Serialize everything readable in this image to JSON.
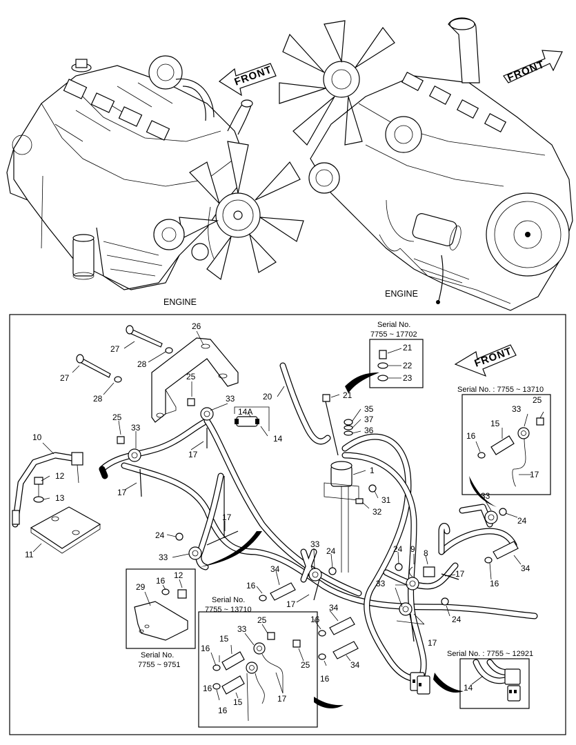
{
  "engine_labels": [
    "ENGINE",
    "ENGINE"
  ],
  "front_labels": [
    "FRONT",
    "FRONT",
    "FRONT"
  ],
  "serial_boxes": {
    "top": {
      "title": "Serial No.",
      "range": "7755 ~ 17702"
    },
    "right": {
      "text": "Serial No. : 7755 ~ 13710"
    },
    "left": {
      "title": "Serial No.",
      "range": "7755 ~ 9751"
    },
    "middle": {
      "title": "Serial No.",
      "range": "7755 ~ 13710"
    },
    "bottom_right": {
      "text": "Serial No. : 7755 ~ 12921"
    }
  },
  "part_numbers": {
    "p26": "26",
    "p27a": "27",
    "p27b": "27",
    "p28a": "28",
    "p28b": "28",
    "p25a": "25",
    "p25b": "25",
    "p33a": "33",
    "p33b": "33",
    "p14a": "14A",
    "p14": "14",
    "p20": "20",
    "p21": "21",
    "p35": "35",
    "p37": "37",
    "p36": "36",
    "p10": "10",
    "p12a": "12",
    "p13": "13",
    "p11": "11",
    "p17a": "17",
    "p17b": "17",
    "p17c": "17",
    "p1": "1",
    "p31": "31",
    "p32": "32",
    "p24a": "24",
    "p33c": "33",
    "p34a": "34",
    "p16a": "16",
    "p17d": "17",
    "p33d": "33",
    "p24b": "24",
    "p16b": "16",
    "p34b": "34",
    "p24c": "24",
    "p9": "9",
    "p8": "8",
    "p33e": "33",
    "p24d": "24",
    "p17e": "17",
    "p16c": "16",
    "p34c": "34",
    "p33f": "33",
    "p24e": "24",
    "p17f": "17",
    "p16d": "16",
    "p34d": "34",
    "b21": "21",
    "b22": "22",
    "b23": "23",
    "r25": "25",
    "r33": "33",
    "r15": "15",
    "r16": "16",
    "r17": "17",
    "l29": "29",
    "l16": "16",
    "l12": "12",
    "m33": "33",
    "m25a": "25",
    "m15a": "15",
    "m16a": "16",
    "m25b": "25",
    "m16b": "16",
    "m15b": "15",
    "m16c": "16",
    "m17": "17",
    "br14": "14"
  }
}
